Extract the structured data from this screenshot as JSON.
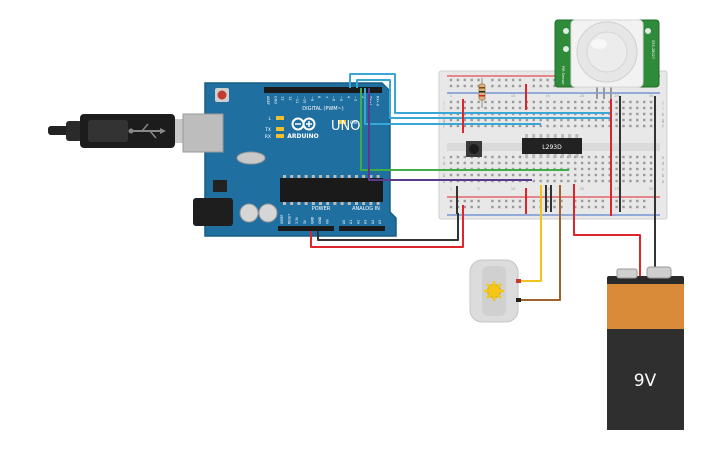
{
  "arduino": {
    "logo_text": "ARDUINO",
    "model_label": "UNO",
    "digital_header_label": "DIGITAL (PWM~)",
    "power_label": "POWER",
    "analog_label": "ANALOG IN",
    "pin_labels_top": [
      "AREF",
      "GND",
      "13",
      "12",
      "~11",
      "~10",
      "~9",
      "8",
      "7",
      "~6",
      "~5",
      "4",
      "~3",
      "2",
      "TX→1",
      "RX←0"
    ],
    "pin_labels_power": [
      "IOREF",
      "RESET",
      "3.3V",
      "5V",
      "GND",
      "GND",
      "Vin"
    ],
    "pin_labels_analog": [
      "A0",
      "A1",
      "A2",
      "A3",
      "A4",
      "A5"
    ],
    "led_labels": [
      "L",
      "TX",
      "RX"
    ],
    "on_label": "ON"
  },
  "driver_chip": {
    "label": "L293D"
  },
  "pir_sensor": {
    "left_text": "PIR Sensor",
    "right_text": "555-28027"
  },
  "battery": {
    "label": "9V"
  },
  "breadboard": {
    "row_letters_top": [
      "j",
      "i",
      "h",
      "g",
      "f"
    ],
    "row_letters_bottom": [
      "e",
      "d",
      "c",
      "b",
      "a"
    ],
    "column_numbers": [
      "1",
      "5",
      "10",
      "15",
      "20",
      "25",
      "30"
    ]
  },
  "colors": {
    "board_blue": "#1f6fa0",
    "wire_red": "#e0242b",
    "wire_black": "#333333",
    "wire_blue": "#3aa6d6",
    "wire_green": "#3fae49",
    "wire_purple": "#5a3a8a",
    "wire_yellow": "#f2c21b",
    "wire_brown": "#a0622d",
    "pir_green": "#2e8b3a",
    "battery_orange": "#d98b3a"
  }
}
